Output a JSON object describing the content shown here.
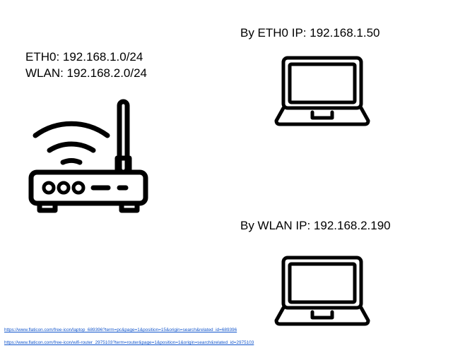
{
  "router": {
    "eth0_label": "ETH0: 192.168.1.0/24",
    "wlan_label": "WLAN: 192.168.2.0/24",
    "icon": "wifi-router-icon"
  },
  "laptops": [
    {
      "label": "By ETH0 IP: 192.168.1.50",
      "icon": "laptop-icon"
    },
    {
      "label": "By WLAN IP: 192.168.2.190",
      "icon": "laptop-icon"
    }
  ],
  "credits": {
    "laptop_icon_url": "https://www.flaticon.com/free-icon/laptop_689396?term=pc&page=1&position=15&origin=search&related_id=689396",
    "router_icon_url": "https://www.flaticon.com/free-icon/wifi-router_2975103?term=router&page=1&position=1&origin=search&related_id=2975103"
  },
  "colors": {
    "stroke": "#000000",
    "link": "#1155cc",
    "background": "#ffffff"
  }
}
